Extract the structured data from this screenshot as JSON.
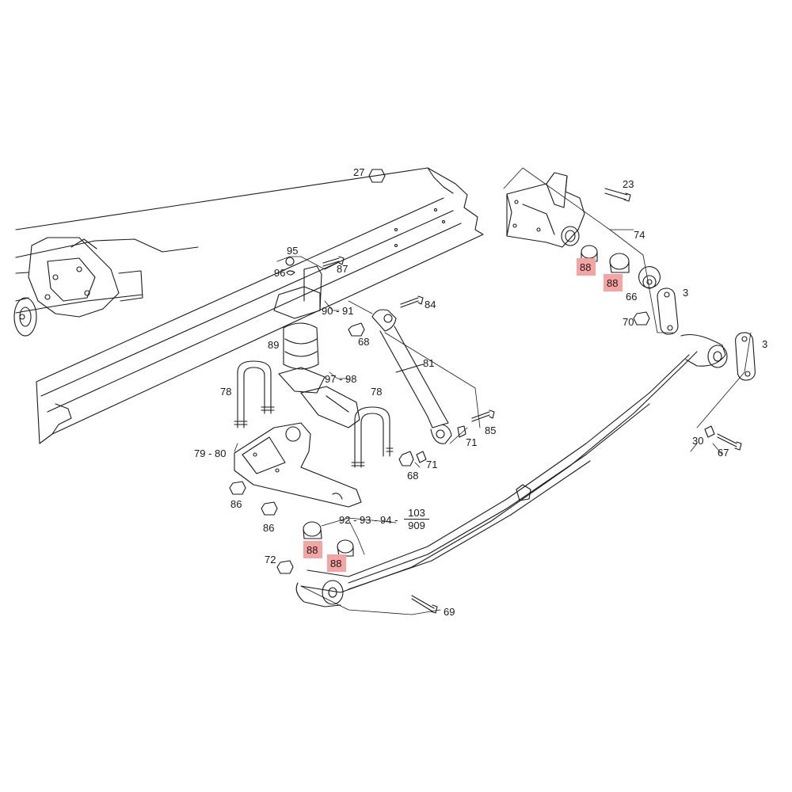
{
  "callouts": {
    "c27": "27",
    "c23": "23",
    "c74": "74",
    "c95": "95",
    "c96": "96",
    "c87": "87",
    "c90_91": "90 - 91",
    "c84": "84",
    "c89": "89",
    "c68a": "68",
    "c81": "81",
    "c66": "66",
    "c3a": "3",
    "c70": "70",
    "c3b": "3",
    "c97_98": "97 - 98",
    "c78a": "78",
    "c78b": "78",
    "c85": "85",
    "c71a": "71",
    "c71b": "71",
    "c30": "30",
    "c67": "67",
    "c79_80": "79 - 80",
    "c68b": "68",
    "c86a": "86",
    "c86b": "86",
    "c92_93_94": "92 - 93 - 94 -",
    "c103": "103",
    "c909": "909",
    "c72": "72",
    "c69": "69",
    "c88a": "88",
    "c88b": "88",
    "c88c": "88",
    "c88d": "88"
  },
  "colors": {
    "line": "#1a1a1a",
    "highlight": "#f5a3a3",
    "background": "#ffffff"
  }
}
